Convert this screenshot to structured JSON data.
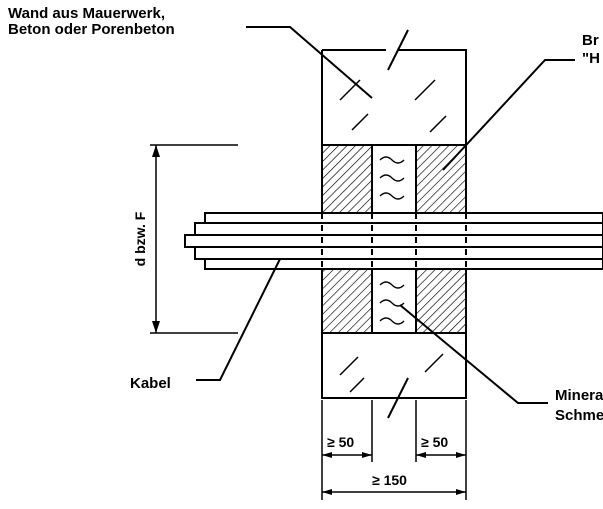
{
  "labels": {
    "wall_line1": "Wand aus Mauerwerk,",
    "wall_line2": "Beton oder Porenbeton",
    "fire_line1": "Br",
    "fire_line2": "\"H",
    "cable": "Kabel",
    "mineral_line1": "Minera",
    "mineral_line2": "Schme",
    "d_dimension": "d bzw. F"
  },
  "dimensions": {
    "left_board": "≥ 50",
    "right_board": "≥ 50",
    "total": "≥ 150"
  },
  "colors": {
    "line": "#000000",
    "background": "#ffffff"
  }
}
